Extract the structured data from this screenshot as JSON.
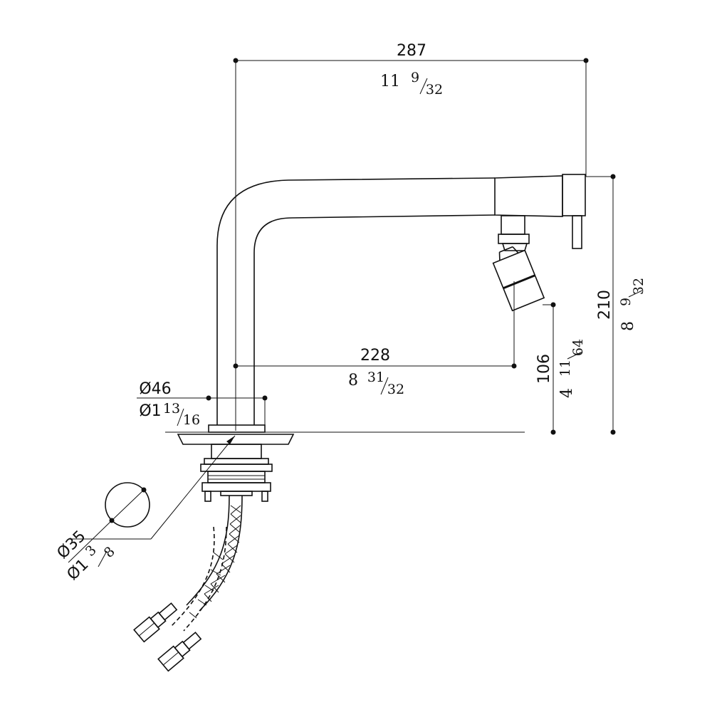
{
  "dimensions": {
    "overall_width": {
      "mm": "287",
      "inch_whole": "11",
      "inch_num": "9",
      "inch_den": "32"
    },
    "overall_height": {
      "mm": "210",
      "inch_whole": "8",
      "inch_num": "9",
      "inch_den": "32"
    },
    "spout_reach": {
      "mm": "228",
      "inch_whole": "8",
      "inch_num": "31",
      "inch_den": "32"
    },
    "spout_height": {
      "mm": "106",
      "inch_whole": "4",
      "inch_num": "11",
      "inch_den": "64"
    },
    "body_diameter": {
      "mm": "Ø46",
      "inch_whole": "Ø1",
      "inch_num": "13",
      "inch_den": "16"
    },
    "hole_diameter": {
      "mm": "Ø35",
      "inch_whole": "Ø1",
      "inch_num": "3",
      "inch_den": "8"
    }
  }
}
